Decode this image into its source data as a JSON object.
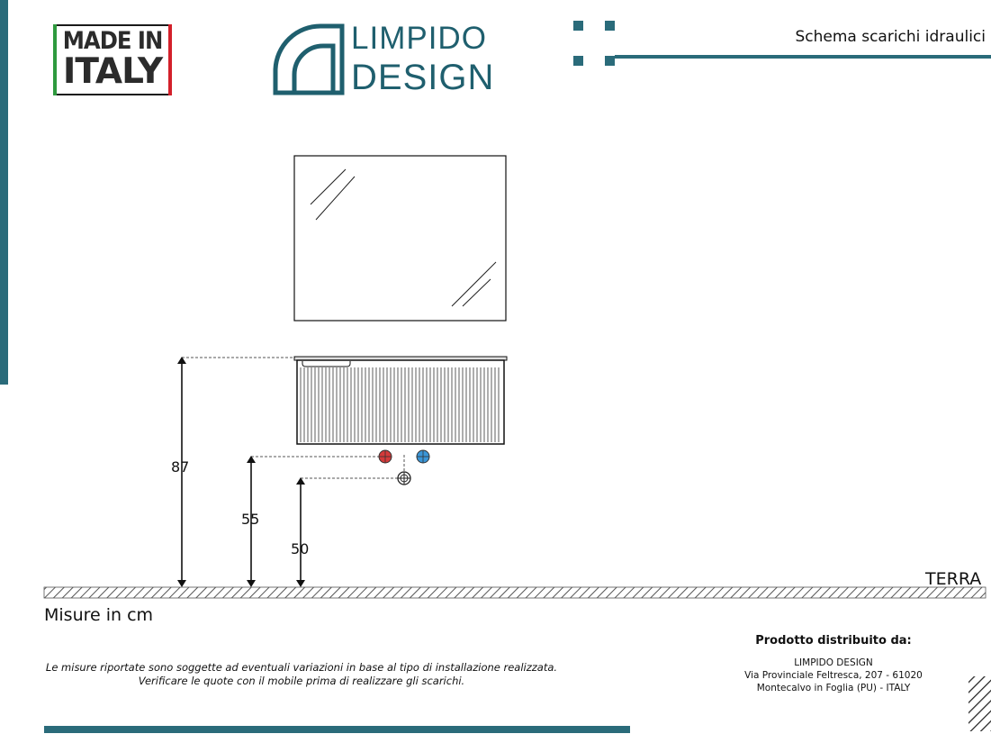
{
  "header": {
    "made_in_line1": "MADE IN",
    "made_in_line2": "ITALY",
    "brand_line1": "LIMPIDO",
    "brand_line2": "DESIGN",
    "doc_title": "Schema scarichi idraulici",
    "accent_color": "#2a6b7a"
  },
  "diagram": {
    "dimensions": [
      {
        "label": "87",
        "meaning": "cabinet top height"
      },
      {
        "label": "55",
        "meaning": "water supply height"
      },
      {
        "label": "50",
        "meaning": "drain height"
      }
    ],
    "ground_label": "TERRA",
    "hot_color": "#d43a3a",
    "cold_color": "#3a96d8"
  },
  "footer": {
    "units_label": "Misure in cm",
    "note_line1": "Le misure riportate sono soggette ad eventuali variazioni in base al tipo di installazione realizzata.",
    "note_line2": "Verificare le quote con il mobile prima di realizzare gli scarichi.",
    "distributor_title": "Prodotto distribuito da:",
    "distributor_name": "LIMPIDO DESIGN",
    "distributor_address": "Via Provinciale Feltresca, 207 - 61020",
    "distributor_city": "Montecalvo in Foglia (PU) - ITALY"
  }
}
